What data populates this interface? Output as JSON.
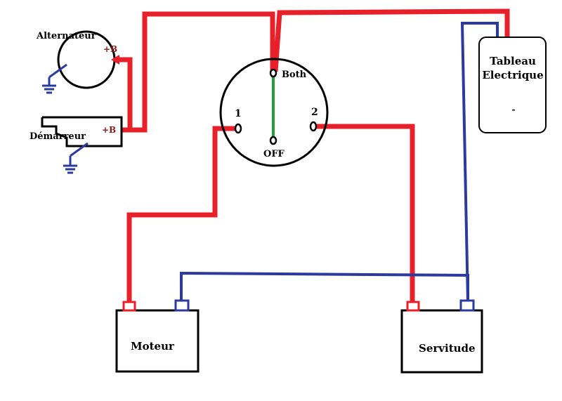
{
  "labels": {
    "alternator": "Alternateur",
    "alternator_terminal": "+B",
    "starter": "Démarreur",
    "starter_terminal": "+B",
    "switch_both": "Both",
    "switch_pos1": "1",
    "switch_pos2": "2",
    "switch_off": "OFF",
    "panel_line1": "Tableau",
    "panel_line2": "Electrique",
    "panel_minus": "-",
    "battery_engine": "Moteur",
    "battery_service": "Servitude"
  },
  "colors": {
    "positive_wire": "#e8202a",
    "negative_wire": "#2b3a9c",
    "switch_pointer": "#22a033",
    "terminal_label": "#8b1a1a",
    "outline": "#000000"
  },
  "icons": [
    "ground-icon",
    "switch-pointer-icon"
  ]
}
